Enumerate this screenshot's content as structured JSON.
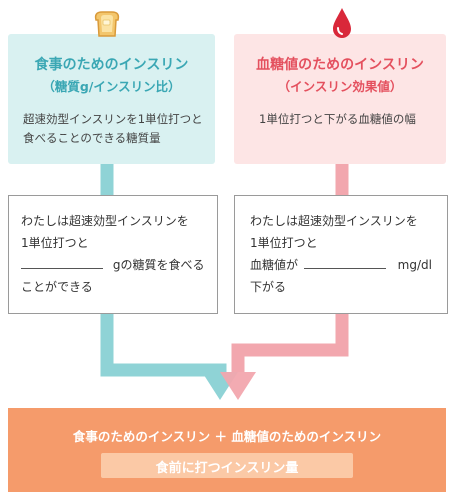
{
  "meal": {
    "title": "食事のためのインスリン",
    "subtitle": "（糖質g/インスリン比）",
    "description_line1": "超速効型インスリンを1単位打つと",
    "description_line2": "食べることのできる糖質量",
    "fill_line1": "わたしは超速効型インスリンを",
    "fill_line2": "1単位打つと",
    "fill_unit": "gの糖質を食べる",
    "fill_line4": "ことができる",
    "icon": "toast-bread-icon",
    "color": "#3aa7b4"
  },
  "glucose": {
    "title": "血糖値のためのインスリン",
    "subtitle": "（インスリン効果値）",
    "description_line1": "1単位打つと下がる血糖値の幅",
    "fill_line1": "わたしは超速効型インスリンを",
    "fill_line2": "1単位打つと",
    "fill_prefix": "血糖値が",
    "fill_unit": "mg/dl",
    "fill_line4": "下がる",
    "icon": "blood-drop-icon",
    "color": "#e4505e"
  },
  "result": {
    "title": "食事のためのインスリン ＋ 血糖値のためのインスリン",
    "label": "食前に打つインスリン量",
    "color": "#f59b6b"
  },
  "arrows": {
    "teal": "#8fd3d6",
    "pink": "#f2a7ae"
  }
}
